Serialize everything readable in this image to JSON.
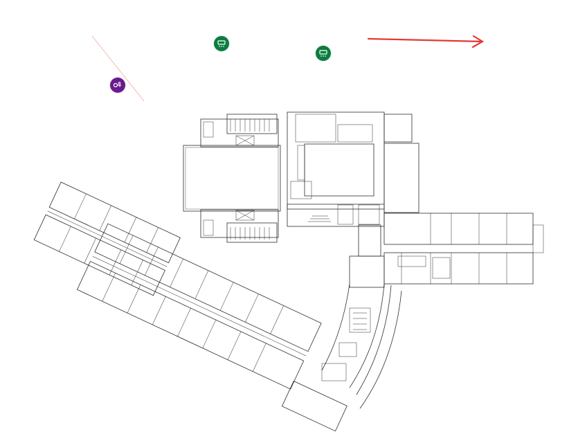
{
  "map": {
    "background": "#ffffff",
    "line_color": "#2b2b2b",
    "markers": [
      {
        "id": "ac-1",
        "icon": "air-conditioner-icon",
        "color": "#0a7d3f"
      },
      {
        "id": "ac-2",
        "icon": "air-conditioner-icon",
        "color": "#0a7d3f"
      },
      {
        "id": "access",
        "icon": "key-access-icon",
        "color": "#6a1b8f"
      }
    ],
    "direction_arrow_color": "#e53935",
    "guide_line_color": "#f2b8b0"
  }
}
